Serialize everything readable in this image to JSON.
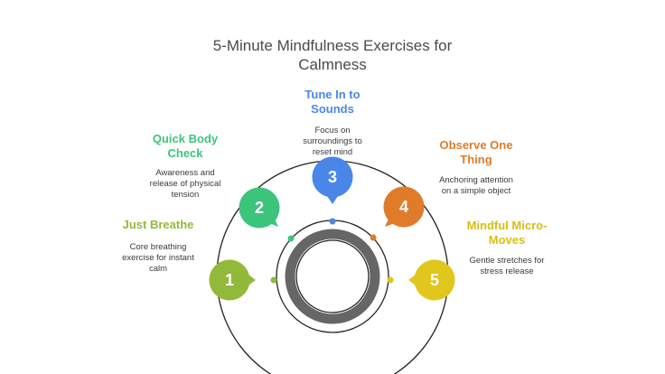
{
  "title_line1": "5-Minute Mindfulness Exercises for",
  "title_line2": "Calmness",
  "colors": {
    "step1": "#93b93a",
    "step2": "#3cc47c",
    "step3": "#4a86e8",
    "step4": "#e07b2a",
    "step5": "#e0c61d",
    "ring_dark": "#666666"
  },
  "steps": [
    {
      "number": "1",
      "title_lines": [
        "Just Breathe"
      ],
      "desc_lines": [
        "Core breathing",
        "exercise for instant",
        "calm"
      ]
    },
    {
      "number": "2",
      "title_lines": [
        "Quick Body",
        "Check"
      ],
      "desc_lines": [
        "Awareness and",
        "release of physical",
        "tension"
      ]
    },
    {
      "number": "3",
      "title_lines": [
        "Tune In to",
        "Sounds"
      ],
      "desc_lines": [
        "Focus on",
        "surroundings to",
        "reset mind"
      ]
    },
    {
      "number": "4",
      "title_lines": [
        "Observe One",
        "Thing"
      ],
      "desc_lines": [
        "Anchoring attention",
        "on a simple object"
      ]
    },
    {
      "number": "5",
      "title_lines": [
        "Mindful Micro-",
        "Moves"
      ],
      "desc_lines": [
        "Gentle stretches for",
        "stress release"
      ]
    }
  ]
}
